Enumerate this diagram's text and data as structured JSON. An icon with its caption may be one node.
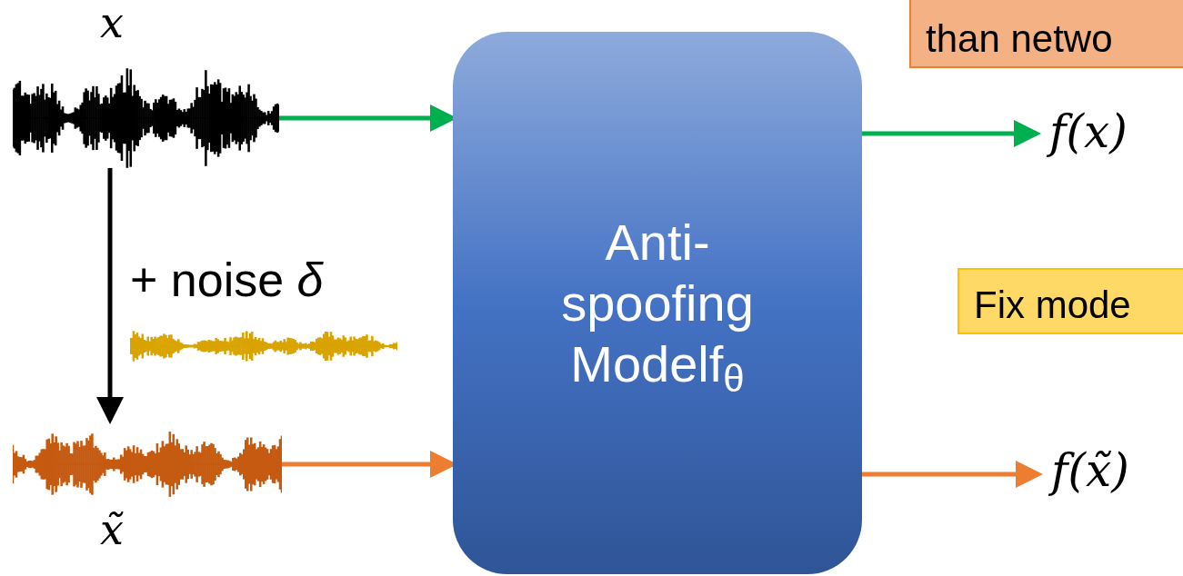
{
  "diagram": {
    "nodes": [
      {
        "text": [],
        "shape": "picture",
        "beside": [
          "x"
        ]
      },
      {
        "text": [],
        "shape": "picture",
        "beside": [
          "x̃"
        ]
      },
      {
        "text": [
          "Anti- spoofing Modelf$_{θ}$"
        ]
      },
      {
        "text": [
          "f(x)"
        ]
      },
      {
        "text": [
          "f(x̃)"
        ]
      },
      {
        "text": [
          "than netwo"
        ]
      },
      {
        "text": [
          "Fix mode"
        ]
      }
    ],
    "edges": [
      {
        "from": 0,
        "to": 1,
        "arrow": "to",
        "label": "+ noise *δ*",
        "color": "#000000"
      },
      {
        "from": 0,
        "to": 2,
        "arrow": "to",
        "color": "#00b050"
      },
      {
        "from": 2,
        "to": 3,
        "arrow": "to",
        "color": "#00b050"
      },
      {
        "from": 1,
        "to": 2,
        "arrow": "to",
        "color": "#ed7d31"
      },
      {
        "from": 2,
        "to": 4,
        "arrow": "to",
        "color": "#ed7d31"
      }
    ]
  }
}
